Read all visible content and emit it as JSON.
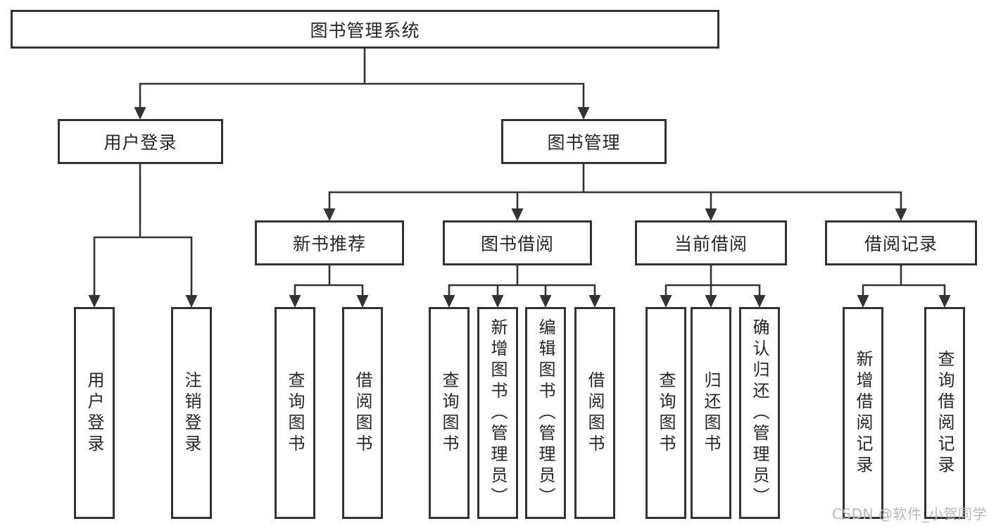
{
  "diagram": {
    "root": {
      "label": "图书管理系统"
    },
    "branches": [
      {
        "label": "用户登录",
        "leaves": [
          {
            "label": "用户登录"
          },
          {
            "label": "注销登录"
          }
        ]
      },
      {
        "label": "图书管理",
        "groups": [
          {
            "label": "新书推荐",
            "leaves": [
              {
                "label": "查询图书"
              },
              {
                "label": "借阅图书"
              }
            ]
          },
          {
            "label": "图书借阅",
            "leaves": [
              {
                "label": "查询图书"
              },
              {
                "label": "新增图书（管理员）"
              },
              {
                "label": "编辑图书（管理员）"
              },
              {
                "label": "借阅图书"
              }
            ]
          },
          {
            "label": "当前借阅",
            "leaves": [
              {
                "label": "查询图书"
              },
              {
                "label": "归还图书"
              },
              {
                "label": "确认归还（管理员）"
              }
            ]
          },
          {
            "label": "借阅记录",
            "leaves": [
              {
                "label": "新增借阅记录"
              },
              {
                "label": "查询借阅记录"
              }
            ]
          }
        ]
      }
    ]
  },
  "watermark": {
    "text": "CSDN @软件_小贺同学"
  },
  "colors": {
    "line": "#333333",
    "text": "#262626",
    "watermark": "#b8b8b8",
    "background": "#ffffff"
  }
}
